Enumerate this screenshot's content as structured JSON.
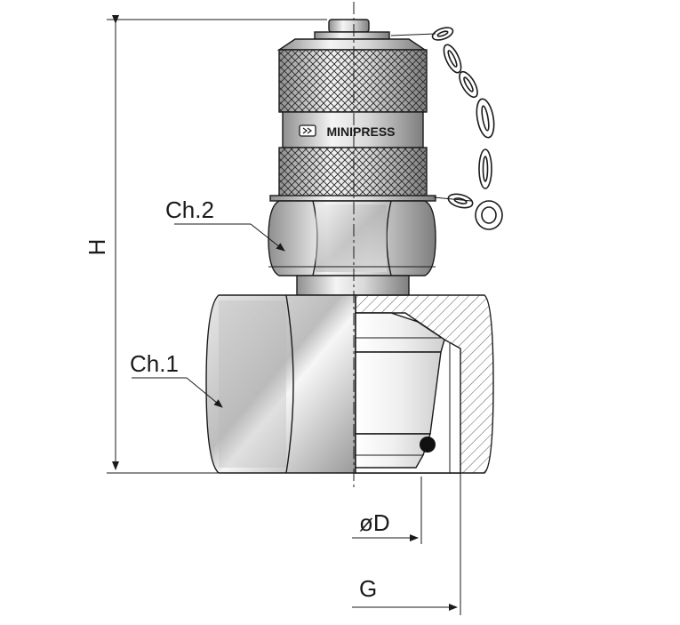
{
  "labels": {
    "brand": "MINIPRESS",
    "ch2": "Ch.2",
    "ch1": "Ch.1",
    "height": "H",
    "diameter": "øD",
    "thread": "G"
  },
  "colors": {
    "line": "#1a1a1a",
    "metal_light": "#f2f2f2",
    "metal_mid": "#c8c8c8",
    "metal_dark": "#8a8a8a",
    "hatch": "#5a5a5a"
  },
  "icons": {
    "brand_logo": "minipress-logo-icon"
  }
}
